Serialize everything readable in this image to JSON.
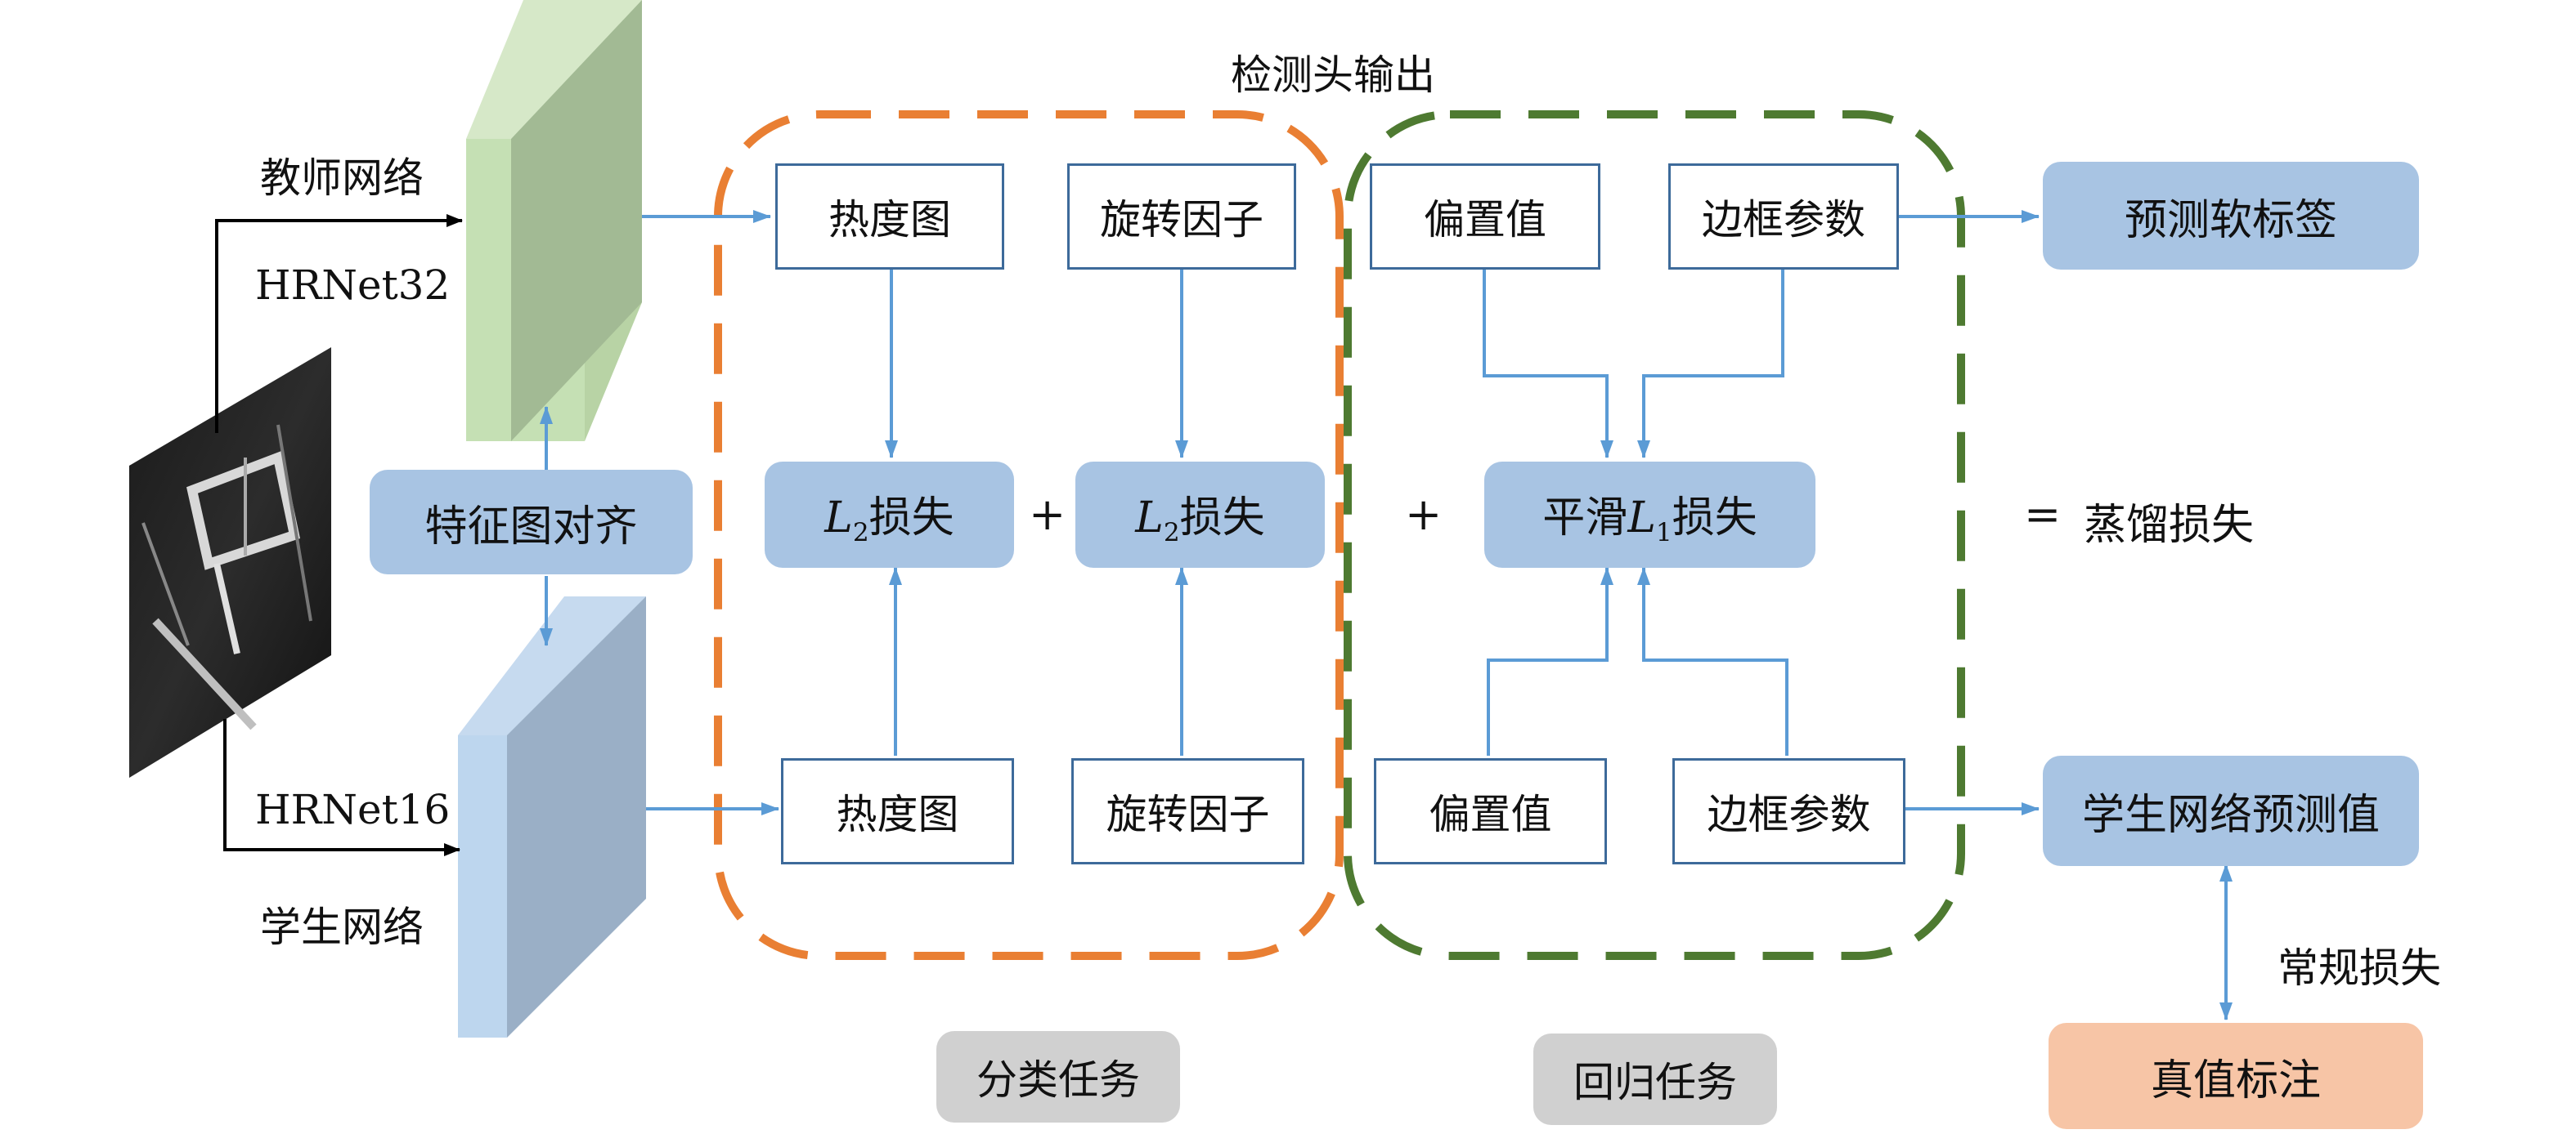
{
  "title": "检测头输出",
  "teacher": {
    "label": "教师网络",
    "model": "HRNet32"
  },
  "student": {
    "label": "学生网络",
    "model": "HRNet16"
  },
  "feature_align": "特征图对齐",
  "top_row": {
    "heatmap": "热度图",
    "rotation": "旋转因子",
    "offset": "偏置值",
    "bbox_params": "边框参数"
  },
  "bottom_row": {
    "heatmap": "热度图",
    "rotation": "旋转因子",
    "offset": "偏置值",
    "bbox_params": "边框参数"
  },
  "losses": {
    "l2_a": {
      "sym": "L",
      "sub": "2",
      "text": "损失"
    },
    "l2_b": {
      "sym": "L",
      "sub": "2",
      "text": "损失"
    },
    "smooth": {
      "prefix": "平滑",
      "sym": "L",
      "sub": "1",
      "text": "损失"
    }
  },
  "operators": {
    "plus1": "+",
    "plus2": "+",
    "equals": "="
  },
  "distill_loss": "蒸馏损失",
  "soft_label": "预测软标签",
  "student_pred": "学生网络预测值",
  "ground_truth": "真值标注",
  "regular_loss": "常规损失",
  "tasks": {
    "classification": "分类任务",
    "regression": "回归任务"
  },
  "colors": {
    "orange_dash": "#e97f33",
    "green_dash": "#4e7a31",
    "arrow_blue": "#5b9bd5",
    "box_blue": "#a8c4e3",
    "teacher_front": "#a2ba94",
    "student_front": "#9aafc6",
    "gray_box": "#d0d0d0",
    "peach_box": "#f7c5a6"
  }
}
